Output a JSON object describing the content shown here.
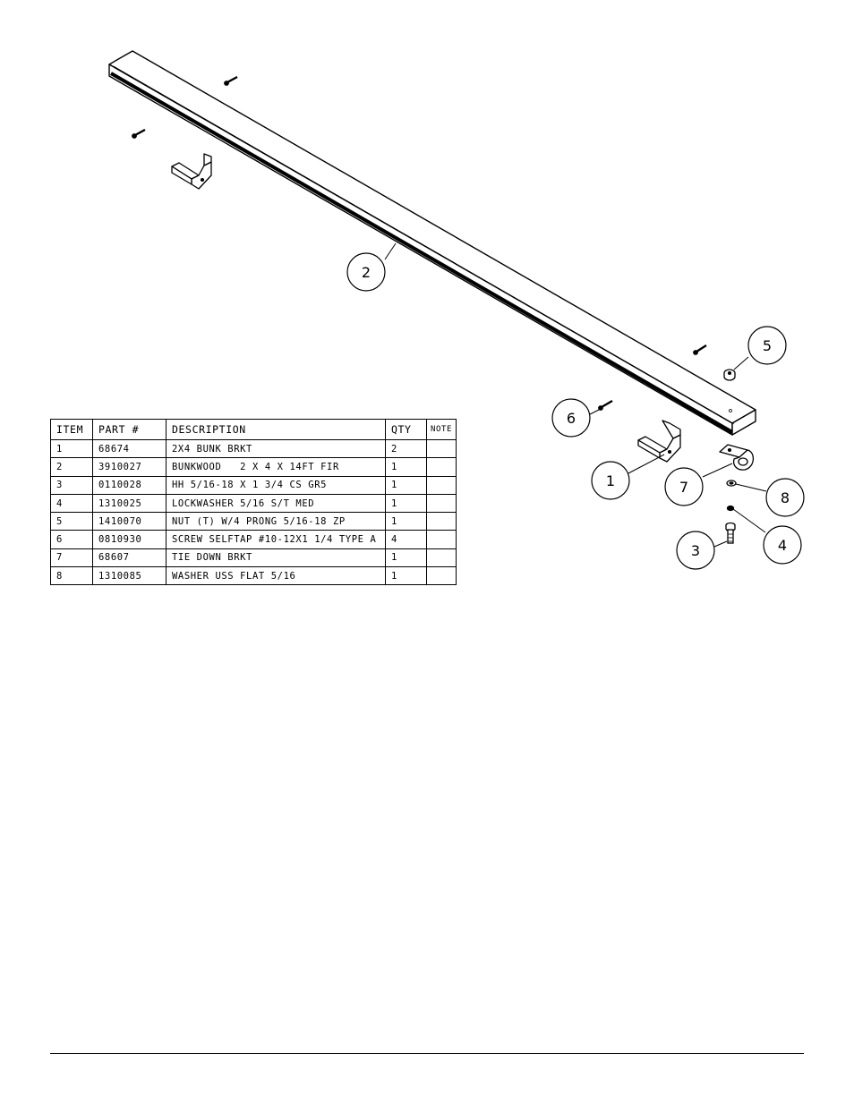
{
  "table": {
    "headers": [
      "ITEM",
      "PART #",
      "DESCRIPTION",
      "QTY",
      "NOTE"
    ],
    "rows": [
      [
        "1",
        "68674",
        "2X4 BUNK BRKT",
        "2",
        ""
      ],
      [
        "2",
        "3910027",
        "BUNKWOOD   2 X 4 X 14FT FIR",
        "1",
        ""
      ],
      [
        "3",
        "0110028",
        "HH 5/16-18 X 1 3/4 CS GR5",
        "1",
        ""
      ],
      [
        "4",
        "1310025",
        "LOCKWASHER 5/16 S/T MED",
        "1",
        ""
      ],
      [
        "5",
        "1410070",
        "NUT (T) W/4 PRONG 5/16-18 ZP",
        "1",
        ""
      ],
      [
        "6",
        "0810930",
        "SCREW SELFTAP #10-12X1 1/4 TYPE A",
        "4",
        ""
      ],
      [
        "7",
        "68607",
        "TIE DOWN BRKT",
        "1",
        ""
      ],
      [
        "8",
        "1310085",
        "WASHER USS FLAT 5/16",
        "1",
        ""
      ]
    ]
  },
  "balloons": [
    {
      "label": "2"
    },
    {
      "label": "5"
    },
    {
      "label": "6"
    },
    {
      "label": "1"
    },
    {
      "label": "7"
    },
    {
      "label": "8"
    },
    {
      "label": "3"
    },
    {
      "label": "4"
    }
  ]
}
